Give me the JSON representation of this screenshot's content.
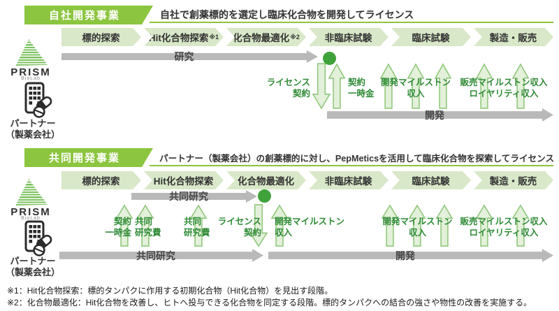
{
  "palette": {
    "accent_green": "#8cc53f",
    "stage_fill": "#d8e8c8",
    "flow_arrow_fill": "#e3f0da",
    "flow_arrow_stroke": "#90c87c",
    "flow_label_green": "#2f8b36",
    "gray_arrow": "#b9b9b9",
    "milestone_dot": "#3fa23a",
    "prism_stripe": "#7ac05c"
  },
  "section1": {
    "badge": "自社開発事業",
    "description": "自社で創薬標的を選定し臨床化合物を開発してライセンス",
    "stages": [
      {
        "label": "標的探索",
        "sup": ""
      },
      {
        "label": "Hit化合物探索",
        "sup": "※1"
      },
      {
        "label": "化合物最適化",
        "sup": "※2"
      },
      {
        "label": "非臨床試験",
        "sup": ""
      },
      {
        "label": "臨床試験",
        "sup": ""
      },
      {
        "label": "製造・販売",
        "sup": ""
      }
    ],
    "research_arrow": "研究",
    "dev_arrow": "開発",
    "license": {
      "line1": "ライセンス",
      "line2": "契約"
    },
    "upfront": {
      "line1": "契約",
      "line2": "一時金"
    },
    "dev_milestone": {
      "line1": "開発マイルストン",
      "line2": "収入"
    },
    "sales_milestone": {
      "line1": "販売マイルストン収入",
      "line2": "ロイヤリティ収入"
    },
    "prism": {
      "name": "PRISM",
      "sub": "BioLab"
    },
    "partner": {
      "line1": "パートナー",
      "line2": "（製薬会社）"
    }
  },
  "section2": {
    "badge": "共同開発事業",
    "description": "パートナー（製薬会社）の創薬標的に対し、PepMeticsを活用して臨床化合物を探索してライセンス",
    "stages": [
      {
        "label": "標的探索",
        "sup": ""
      },
      {
        "label": "Hit化合物探索",
        "sup": ""
      },
      {
        "label": "化合物最適化",
        "sup": ""
      },
      {
        "label": "非臨床試験",
        "sup": ""
      },
      {
        "label": "臨床試験",
        "sup": ""
      },
      {
        "label": "製造・販売",
        "sup": ""
      }
    ],
    "joint_research_top": "共同研究",
    "joint_research_bottom": "共同研究",
    "dev_arrow": "開発",
    "upfront": {
      "line1": "契約",
      "line2": "一時金"
    },
    "joint_fee1": {
      "line1": "共同",
      "line2": "研究費"
    },
    "joint_fee2": {
      "line1": "共同",
      "line2": "研究費"
    },
    "license": {
      "line1": "ライセンス",
      "line2": "契約"
    },
    "dev_milestone_single": {
      "line1": "開発マイルストン",
      "line2": "収入"
    },
    "dev_milestone": {
      "line1": "開発マイルストン",
      "line2": "収入"
    },
    "sales_milestone": {
      "line1": "販売マイルストン収入",
      "line2": "ロイヤリティ収入"
    },
    "prism": {
      "name": "PRISM",
      "sub": "BioLab"
    },
    "partner": {
      "line1": "パートナー",
      "line2": "（製薬会社）"
    }
  },
  "footnotes": {
    "line1": "※1：Hit化合物探索：標的タンパクに作用する初期化合物（Hit化合物）を見出す段階。",
    "line2": "※2：化合物最適化：Hit化合物を改善し、ヒトへ投与できる化合物を同定する段階。標的タンパクへの結合の強さや物性の改善を実施する。"
  }
}
